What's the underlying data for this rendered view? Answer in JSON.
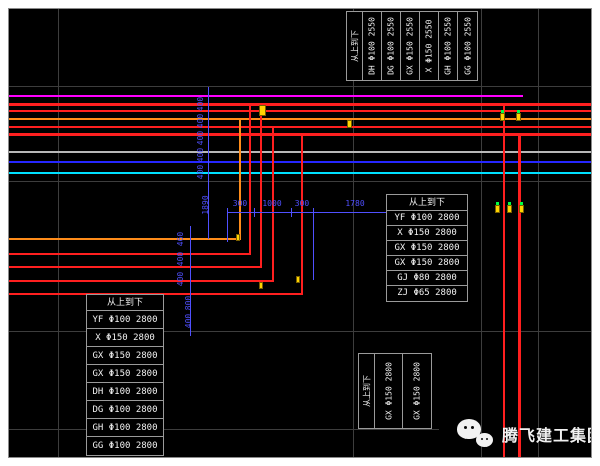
{
  "palette": {
    "red": "#ff1f1f",
    "orange": "#ff8c1a",
    "magenta": "#ff00ff",
    "cyan": "#00e0ff",
    "blue": "#2626ff",
    "gray": "#b8b8b8",
    "dim_blue": "#5050ff",
    "marker_yellow": "#ffd400",
    "grid": "#3d3d3d",
    "table_border": "#9a9a9a",
    "text_white": "#f2f2f2"
  },
  "legend_header": "从上到下",
  "tables": {
    "top_right": {
      "rows": [
        "DH Φ100 2550",
        "DG Φ100 2550",
        "GX Φ150 2550",
        "X Φ150 2550",
        "GH Φ100 2550",
        "GG Φ100 2550"
      ]
    },
    "mid_right": {
      "rows": [
        "YF Φ100 2800",
        "X Φ150 2800",
        "GX Φ150 2800",
        "GX Φ150 2800",
        "GJ Φ80 2800",
        "ZJ Φ65 2800"
      ]
    },
    "bottom_left": {
      "rows": [
        "YF Φ100 2800",
        "X Φ150 2800",
        "GX Φ150 2800",
        "GX Φ150 2800",
        "DH Φ100 2800",
        "DG Φ100 2800",
        "GH Φ100 2800",
        "GG Φ100 2800"
      ]
    },
    "bottom_mid": {
      "rows": [
        "GX Φ150 2800",
        "GX Φ150 2800"
      ]
    }
  },
  "dimensions": {
    "horizontal": [
      "300",
      "1000",
      "300",
      "1780"
    ],
    "pipe_gaps_top": [
      "400",
      "400",
      "400",
      "400",
      "400"
    ],
    "total_height": "1890",
    "pipe_gaps_mid": [
      "460",
      "400",
      "400"
    ],
    "pipe_gaps_bottom": [
      "800",
      "400"
    ]
  },
  "watermark": {
    "text": "腾飞建工集团"
  }
}
